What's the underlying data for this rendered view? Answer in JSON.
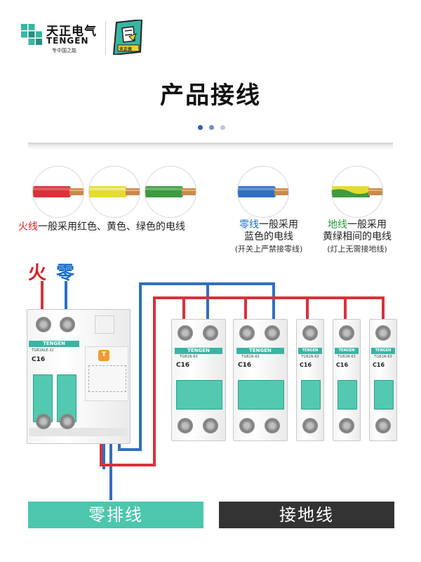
{
  "brand": {
    "name_cn": "天正电气",
    "name_en": "TENGEN",
    "slogan": "专中国之能",
    "badge_text": "天正侠",
    "accent": "#39b5a3"
  },
  "title": "产品接线",
  "dots": [
    "#2b5fb3",
    "#6f92cc",
    "#b9c9e3"
  ],
  "wires": {
    "live": {
      "highlight": "火线",
      "text": "一般采用红色、黄色、绿色的电线",
      "colors": [
        "#d9313b",
        "#e4dc2f",
        "#3d9a3f"
      ]
    },
    "neutral": {
      "highlight": "零线",
      "line1_rest": "一般采用",
      "line2": "蓝色的电线",
      "note": "(开关上严禁接零线)",
      "color": "#2f6fc2"
    },
    "earth": {
      "highlight": "地线",
      "line1_rest": "一般采用",
      "line2": "黄绿相间的电线",
      "note": "(灯上无需接地线)",
      "colors": [
        "#e4dc2f",
        "#3d9a3f"
      ]
    }
  },
  "markers": {
    "fire": "火",
    "zero": "零"
  },
  "breakers": {
    "main": {
      "brand": "TENGEN",
      "model": "TGB1NLE-32",
      "rating": "C16",
      "test_label": "T"
    },
    "double": {
      "brand": "TENGEN",
      "model": "TGB1N-63",
      "rating": "C16"
    },
    "single": {
      "brand": "TENGEN",
      "model": "TGB1N-63",
      "rating": "C16"
    }
  },
  "wire_colors": {
    "live": "#d9313b",
    "neutral": "#2f6fc2"
  },
  "bottom": {
    "zero_bar": "零排线",
    "earth_bar": "接地线"
  }
}
